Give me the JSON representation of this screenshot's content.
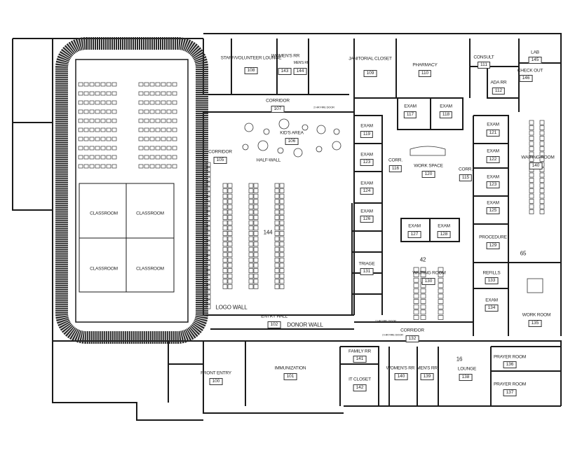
{
  "colors": {
    "wall": "#1a1a1a",
    "background": "#ffffff",
    "track": "#2a2a2a"
  },
  "rooms": {
    "staff_lounge": {
      "label": "Staff/Volunteer Lounge",
      "number": "108"
    },
    "womens_rr_143": {
      "label": "Women's RR",
      "number": "143"
    },
    "mens_rr_144": {
      "label": "Men's RR",
      "number": "144"
    },
    "janitorial": {
      "label": "Janitorial Closet",
      "number": "109"
    },
    "pharmacy": {
      "label": "Pharmacy",
      "number": "110"
    },
    "consult": {
      "label": "Consult",
      "number": "111"
    },
    "lab": {
      "label": "Lab",
      "number": "145"
    },
    "check_out": {
      "label": "Check Out",
      "number": "146"
    },
    "ada_rr": {
      "label": "ADA RR",
      "number": "112"
    },
    "corridor_107": {
      "label": "Corridor",
      "number": "107"
    },
    "fire_door_1": {
      "label": "2 HR FIRE DOOR"
    },
    "kids_area": {
      "label": "Kid's Area",
      "number": "106"
    },
    "exam_117": {
      "label": "Exam",
      "number": "117"
    },
    "exam_118": {
      "label": "Exam",
      "number": "118"
    },
    "exam_119": {
      "label": "Exam",
      "number": "119"
    },
    "exam_123a": {
      "label": "Exam",
      "number": "123"
    },
    "exam_124": {
      "label": "Exam",
      "number": "124"
    },
    "exam_126": {
      "label": "Exam",
      "number": "126"
    },
    "corr_116": {
      "label": "Corr.",
      "number": "116"
    },
    "work_space": {
      "label": "Work Space",
      "number": "120"
    },
    "corr_115": {
      "label": "Corr.",
      "number": "115"
    },
    "exam_121": {
      "label": "Exam",
      "number": "121"
    },
    "exam_122": {
      "label": "Exam",
      "number": "122"
    },
    "exam_123b": {
      "label": "Exam",
      "number": "123"
    },
    "exam_125": {
      "label": "Exam",
      "number": "125"
    },
    "procedure": {
      "label": "Procedure",
      "number": "129"
    },
    "waiting_140": {
      "label": "Waiting Room",
      "number": "140"
    },
    "corridor_105": {
      "label": "Corridor",
      "number": "105"
    },
    "half_wall": {
      "label": "Half-Wall"
    },
    "area_144": {
      "label": "144"
    },
    "exam_127": {
      "label": "Exam",
      "number": "127"
    },
    "exam_128": {
      "label": "Exam",
      "number": "128"
    },
    "area_42": {
      "label": "42"
    },
    "triage": {
      "label": "Triage",
      "number": "131"
    },
    "waiting_130": {
      "label": "Waiting Room",
      "number": "130"
    },
    "refills": {
      "label": "Refills",
      "number": "133"
    },
    "exam_134": {
      "label": "Exam",
      "number": "134"
    },
    "work_room": {
      "label": "Work Room",
      "number": "135"
    },
    "area_65": {
      "label": "65"
    },
    "logo_wall": {
      "label": "Logo Wall"
    },
    "entry_hall": {
      "label": "Entry Hall",
      "number": "102"
    },
    "donor_wall": {
      "label": "Donor Wall"
    },
    "fire_door_2": {
      "label": "2 HR FIRE DOOR"
    },
    "fire_door_3": {
      "label": "2 HR FIRE DOOR"
    },
    "corridor_132": {
      "label": "Corridor",
      "number": "132"
    },
    "family_rr": {
      "label": "Family RR",
      "number": "141"
    },
    "it_closet": {
      "label": "IT Closet",
      "number": "142"
    },
    "womens_rr_140": {
      "label": "Women's RR",
      "number": "140"
    },
    "mens_rr_139": {
      "label": "Men's RR",
      "number": "139"
    },
    "front_entry": {
      "label": "Front Entry",
      "number": "100"
    },
    "immunization": {
      "label": "Immunization",
      "number": "101"
    },
    "area_16": {
      "label": "16"
    },
    "lounge": {
      "label": "Lounge",
      "number": "138"
    },
    "prayer_136": {
      "label": "Prayer Room",
      "number": "136"
    },
    "prayer_137": {
      "label": "Prayer Room",
      "number": "137"
    },
    "classroom_1": {
      "label": "Classroom"
    },
    "classroom_2": {
      "label": "Classroom"
    },
    "classroom_3": {
      "label": "Classroom"
    },
    "classroom_4": {
      "label": "Classroom"
    }
  }
}
